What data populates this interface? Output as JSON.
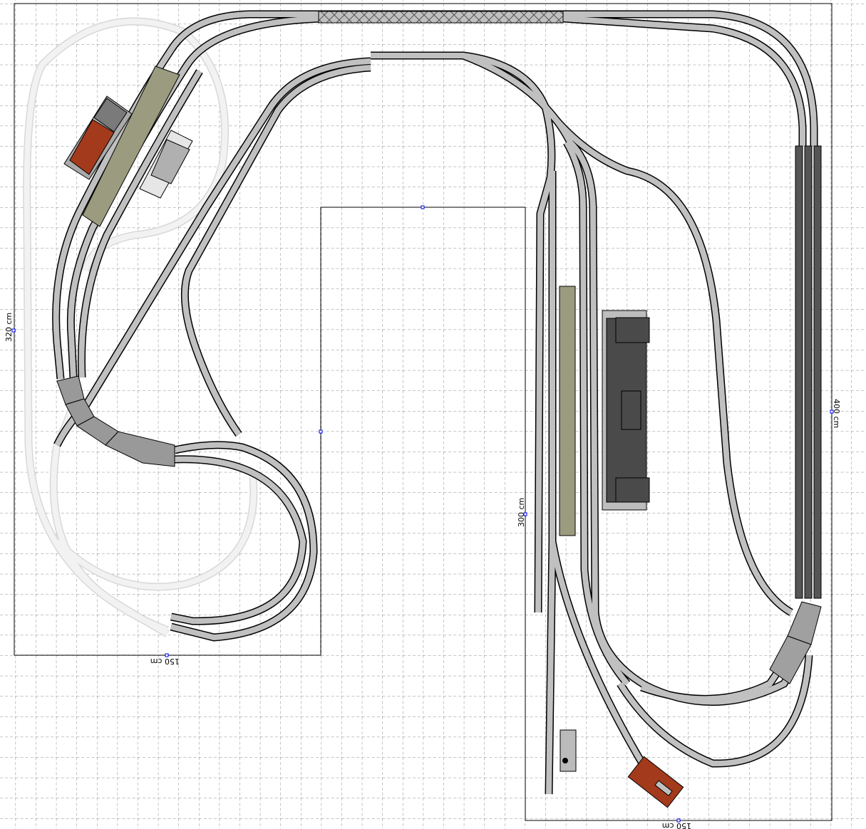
{
  "plan": {
    "dimensions": {
      "left_board_height": "320 cm",
      "left_board_width": "150 cm",
      "right_board_height": "300 cm",
      "right_board_length": "400 cm",
      "right_board_width": "150 cm"
    }
  },
  "colors": {
    "track": "#c0c0c0",
    "track_outline": "#000000",
    "hidden_track": "#efefef",
    "platform": "#9b9b80",
    "station_building": "#4a4a4a",
    "roof_red": "#a33a1c",
    "grid": "#8a8a8a",
    "fiddle_yard": "#555555",
    "handle": "#0000ff"
  }
}
